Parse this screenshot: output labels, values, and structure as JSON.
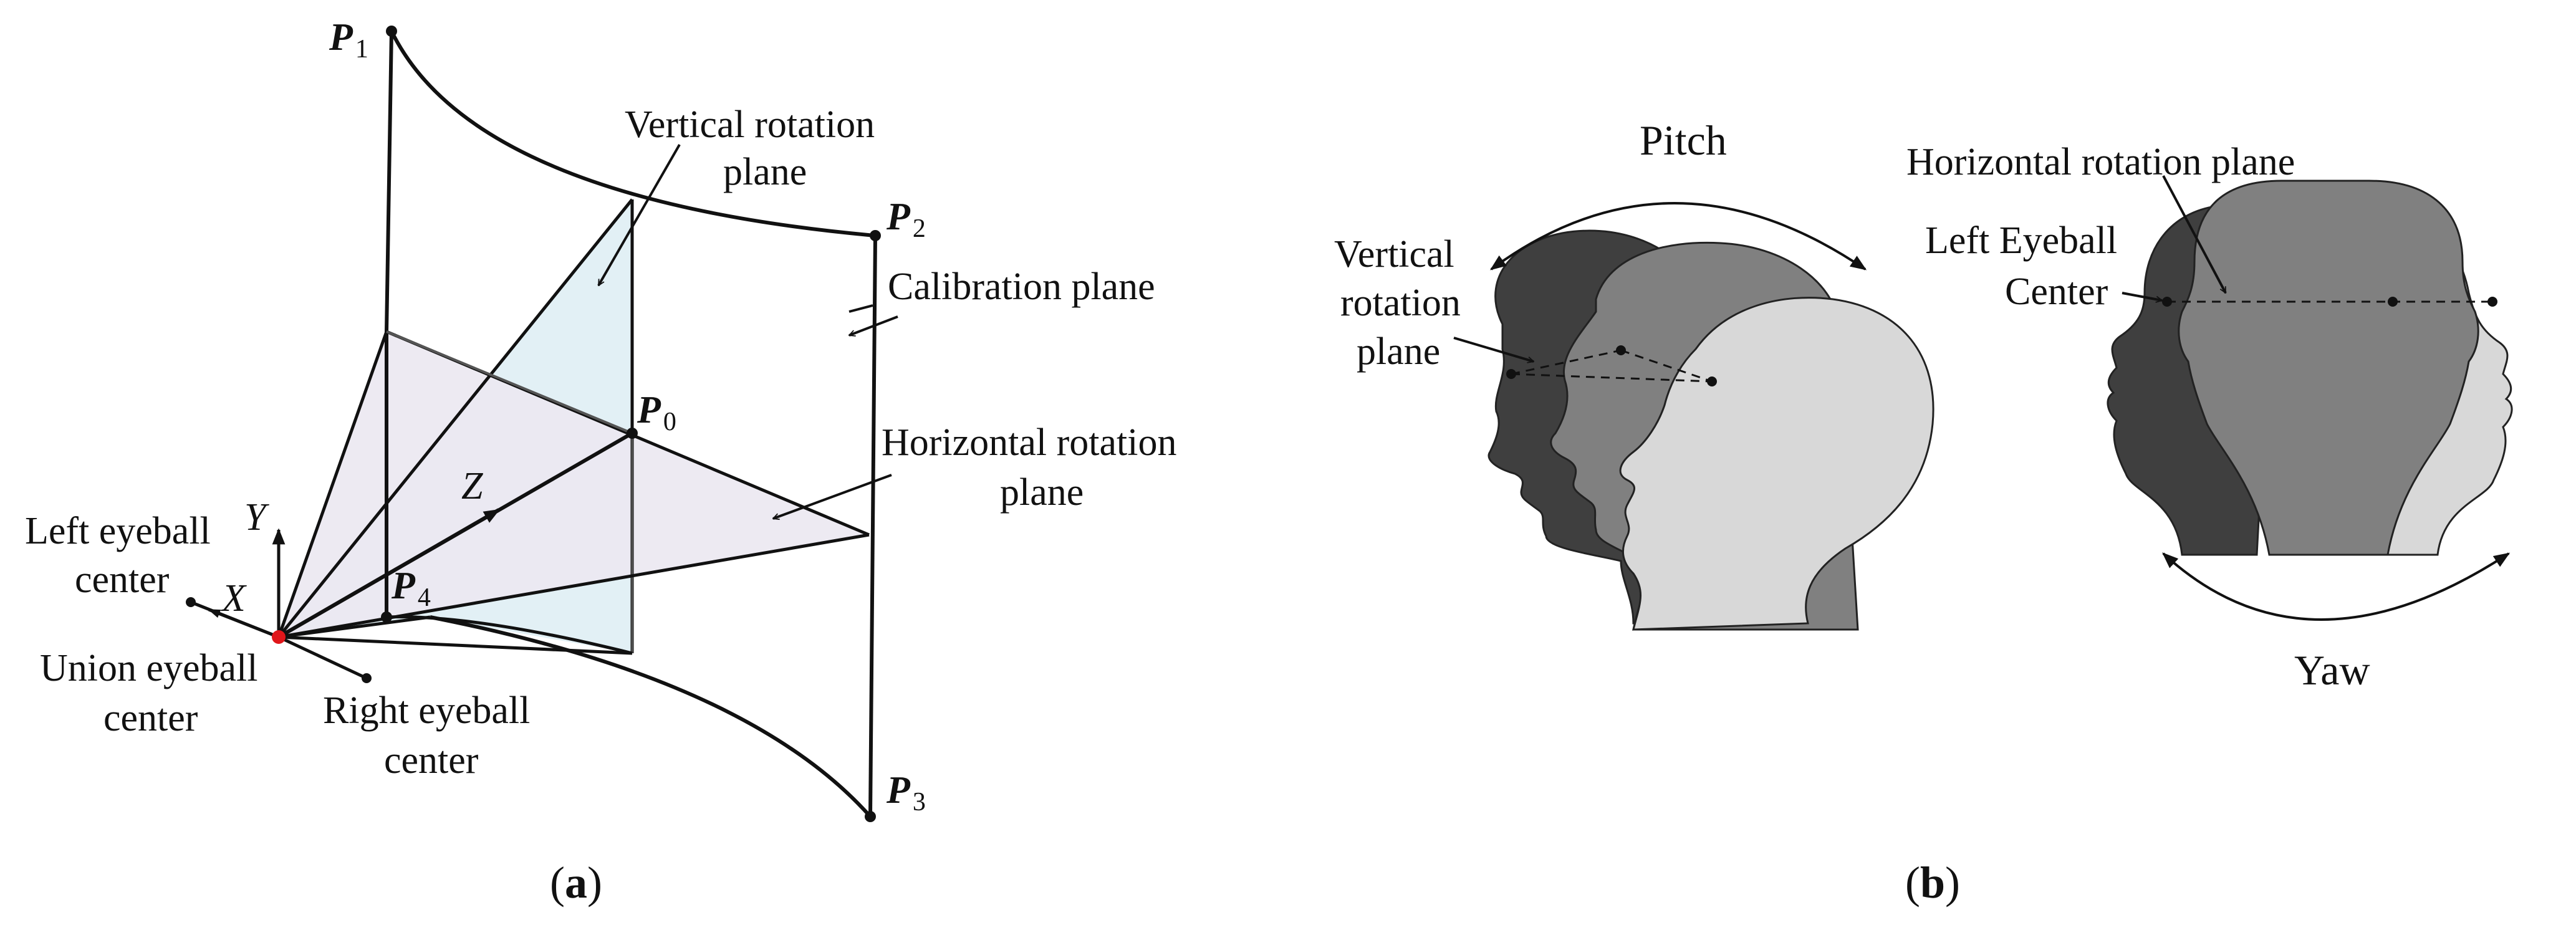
{
  "panel_a": {
    "points": {
      "p1": {
        "letter": "P",
        "sub": "1"
      },
      "p2": {
        "letter": "P",
        "sub": "2"
      },
      "p3": {
        "letter": "P",
        "sub": "3"
      },
      "p0": {
        "letter": "P",
        "sub": "0"
      },
      "p4": {
        "letter": "P",
        "sub": "4"
      }
    },
    "axes": {
      "x": "X",
      "y": "Y",
      "z": "Z"
    },
    "labels": {
      "vertical_plane_line1": "Vertical rotation",
      "vertical_plane_line2": "plane",
      "calibration_plane": "Calibration plane",
      "horizontal_plane_line1": "Horizontal rotation",
      "horizontal_plane_line2": "plane",
      "left_eyeball_line1": "Left eyeball",
      "left_eyeball_line2": "center",
      "union_eyeball_line1": "Union eyeball",
      "union_eyeball_line2": "center",
      "right_eyeball_line1": "Right eyeball",
      "right_eyeball_line2": "center"
    },
    "caption_open": "(",
    "caption_letter": "a",
    "caption_close": ")",
    "colors": {
      "vertical_plane": "#e2f0f5",
      "horizontal_plane": "#ece8f1",
      "union_point": "#e0161a"
    }
  },
  "panel_b": {
    "labels": {
      "pitch": "Pitch",
      "yaw": "Yaw",
      "vertical_line1": "Vertical",
      "vertical_line2": "rotation",
      "vertical_line3": "plane",
      "horizontal_plane": "Horizontal rotation plane",
      "left_eyeball_line1": "Left Eyeball",
      "left_eyeball_line2": "Center"
    },
    "caption_open": "(",
    "caption_letter": "b",
    "caption_close": ")",
    "colors": {
      "dark_head": "#3f3f3f",
      "mid_head": "#808080",
      "light_head": "#d8d8d8"
    }
  }
}
